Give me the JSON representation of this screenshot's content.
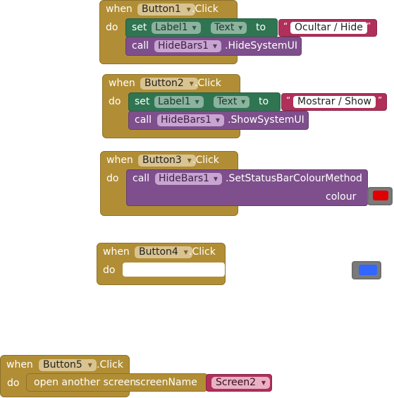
{
  "blocks": {
    "b1": {
      "when": "when",
      "do": "do",
      "component": "Button1",
      "event": ".Click",
      "set_kw": "set",
      "set_comp": "Label1",
      "dot": ".",
      "prop": "Text",
      "to": "to",
      "string_value": "Ocultar / Hide",
      "call_kw": "call",
      "call_comp": "HideBars1",
      "method": ".HideSystemUI"
    },
    "b2": {
      "when": "when",
      "do": "do",
      "component": "Button2",
      "event": ".Click",
      "set_kw": "set",
      "set_comp": "Label1",
      "dot": ".",
      "prop": "Text",
      "to": "to",
      "string_value": "Mostrar / Show",
      "call_kw": "call",
      "call_comp": "HideBars1",
      "method": ".ShowSystemUI"
    },
    "b3": {
      "when": "when",
      "do": "do",
      "component": "Button3",
      "event": ".Click",
      "call_kw": "call",
      "call_comp": "HideBars1",
      "method": ".SetStatusBarColourMethod",
      "param": "colour",
      "color": "#e00000"
    },
    "b4": {
      "when": "when",
      "do": "do",
      "component": "Button4",
      "event": ".Click"
    },
    "loose_color": {
      "color": "#3366ff"
    },
    "b5": {
      "when": "when",
      "do": "do",
      "component": "Button5",
      "event": ".Click",
      "action": "open another screen",
      "param": "screenName",
      "screen": "Screen2"
    }
  },
  "colors": {
    "event": "#b18e35",
    "setter": "#2f7552",
    "call": "#7e4f8c",
    "text": "#b0305a"
  },
  "icons": {
    "dropdown": "triangle-down",
    "quote": "quote-marks"
  }
}
